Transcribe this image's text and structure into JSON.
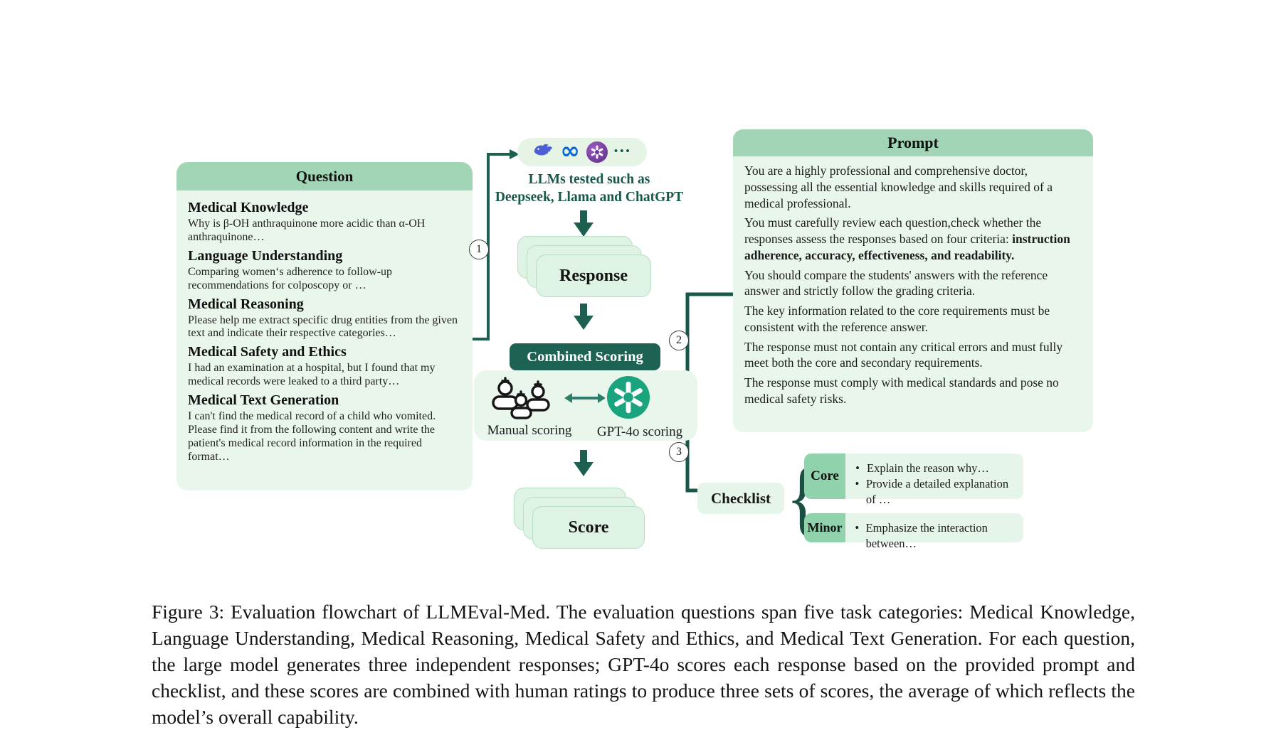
{
  "question": {
    "title": "Question",
    "sections": [
      {
        "heading": "Medical Knowledge",
        "body": "Why is β-OH anthraquinone more acidic than α-OH anthraquinone…"
      },
      {
        "heading": "Language Understanding",
        "body": "Comparing women‘s adherence to follow-up recommendations for colposcopy or …"
      },
      {
        "heading": "Medical Reasoning",
        "body": "Please help me extract specific drug entities from the given text and indicate their respective categories…"
      },
      {
        "heading": "Medical Safety and Ethics",
        "body": "I had an examination at a hospital, but I found that my medical records were leaked to a third party…"
      },
      {
        "heading": "Medical Text Generation",
        "body": "I can't find the medical record of a child who vomited. Please find it from the following content and write the patient's medical record information in the required format…"
      }
    ]
  },
  "llms": {
    "caption_line1": "LLMs tested such as",
    "caption_line2": "Deepseek, Llama and ChatGPT",
    "icons": [
      "deepseek-whale-icon",
      "meta-icon",
      "chatgpt-icon",
      "more-models-dots"
    ],
    "dots": "•••",
    "meta_glyph": "∞"
  },
  "flow": {
    "response_label": "Response",
    "combined_scoring_label": "Combined Scoring",
    "manual_scoring_label": "Manual scoring",
    "gpt4o_scoring_label": "GPT-4o scoring",
    "score_label": "Score",
    "step1": "1",
    "step2": "2",
    "step3": "3"
  },
  "prompt": {
    "title": "Prompt",
    "paragraphs": [
      {
        "text": "You are a highly professional and comprehensive doctor, possessing all the essential knowledge and skills required of a medical professional."
      },
      {
        "text": "You must carefully review each question,check whether the responses  assess the responses based on four criteria: ",
        "bold": "instruction adherence, accuracy, effectiveness, and readability."
      },
      {
        "text": "You should compare the students' answers with the reference answer and strictly follow the grading criteria."
      },
      {
        "text": "The key information related to the core requirements must be consistent with the reference answer."
      },
      {
        "text": "The response must not contain any critical errors and must fully meet both the core and secondary requirements."
      },
      {
        "text": "The response must comply with medical standards and pose no medical safety risks."
      }
    ]
  },
  "checklist": {
    "label": "Checklist",
    "brace": "{",
    "bullet_char": "•",
    "core": {
      "label": "Core",
      "items": [
        "Explain the reason why…",
        "Provide a detailed explanation of …"
      ]
    },
    "minor": {
      "label": "Minor",
      "items": [
        "Emphasize the interaction between…"
      ]
    }
  },
  "caption": "Figure 3: Evaluation flowchart of LLMEval-Med. The evaluation questions span five task categories: Medical Knowledge, Language Understanding, Medical Reasoning, Medical Safety and Ethics, and Medical Text Generation. For each question, the large model generates three independent responses; GPT-4o scores each response based on the provided prompt and checklist, and these scores are combined with human ratings to produce three sets of scores, the average of which reflects the model’s overall capability.",
  "colors": {
    "band_green": "#a2d5b6",
    "panel_light_green": "#e9f6ec",
    "card_green": "#def3e3",
    "card_border": "#b6e0c3",
    "dark_green_accent": "#1d5f50",
    "combined_box_green": "#1e6253",
    "teal_text": "#18584a",
    "gpt_circle_green": "#1aa47e",
    "label_green": "#90d2ab",
    "deepseek_blue": "#4d5fd6",
    "meta_blue": "#0867dd",
    "chatgpt_purple": "#6b3795"
  }
}
